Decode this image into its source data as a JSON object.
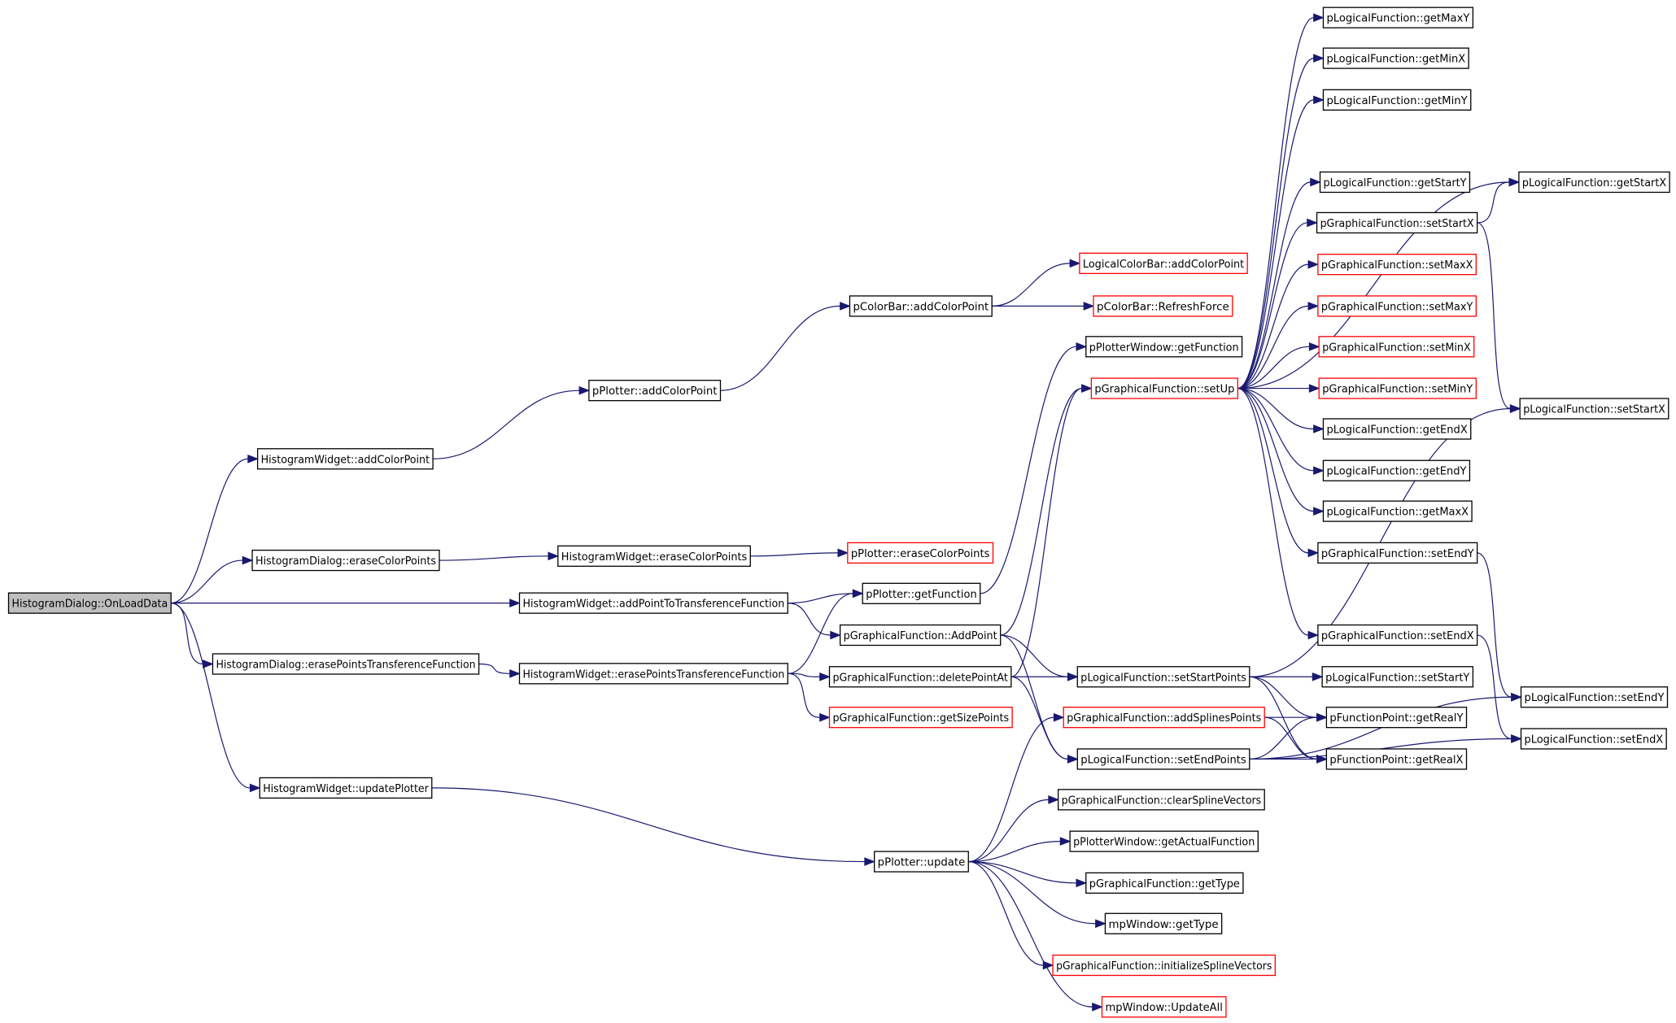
{
  "colors": {
    "edge": "#191970",
    "root_fill": "#bfbfbf",
    "normal_border": "#000000",
    "truncated_border": "#ff0000"
  },
  "nodes": [
    {
      "id": "root",
      "label": "HistogramDialog::OnLoadData",
      "style": "root"
    },
    {
      "id": "hw_addColorPoint",
      "label": "HistogramWidget::addColorPoint",
      "style": "normal"
    },
    {
      "id": "hd_eraseColorPoints",
      "label": "HistogramDialog::eraseColorPoints",
      "style": "normal"
    },
    {
      "id": "hw_addPointTTF",
      "label": "HistogramWidget::addPointToTransferenceFunction",
      "style": "normal"
    },
    {
      "id": "hd_erasePointsTF",
      "label": "HistogramDialog::erasePointsTransferenceFunction",
      "style": "normal"
    },
    {
      "id": "hw_updatePlotter",
      "label": "HistogramWidget::updatePlotter",
      "style": "normal"
    },
    {
      "id": "pp_addColorPoint",
      "label": "pPlotter::addColorPoint",
      "style": "normal"
    },
    {
      "id": "hw_eraseColorPoints",
      "label": "HistogramWidget::eraseColorPoints",
      "style": "normal"
    },
    {
      "id": "hw_erasePointsTF",
      "label": "HistogramWidget::erasePointsTransferenceFunction",
      "style": "normal"
    },
    {
      "id": "pcb_addColorPoint",
      "label": "pColorBar::addColorPoint",
      "style": "normal"
    },
    {
      "id": "lcb_addColorPoint",
      "label": "LogicalColorBar::addColorPoint",
      "style": "truncated"
    },
    {
      "id": "pcb_RefreshForce",
      "label": "pColorBar::RefreshForce",
      "style": "truncated"
    },
    {
      "id": "pp_eraseColorPoints",
      "label": "pPlotter::eraseColorPoints",
      "style": "truncated"
    },
    {
      "id": "pp_getFunction",
      "label": "pPlotter::getFunction",
      "style": "normal"
    },
    {
      "id": "pgf_AddPoint",
      "label": "pGraphicalFunction::AddPoint",
      "style": "normal"
    },
    {
      "id": "pgf_deletePointAt",
      "label": "pGraphicalFunction::deletePointAt",
      "style": "normal"
    },
    {
      "id": "pgf_getSizePoints",
      "label": "pGraphicalFunction::getSizePoints",
      "style": "truncated"
    },
    {
      "id": "pp_update",
      "label": "pPlotter::update",
      "style": "normal"
    },
    {
      "id": "ppw_getFunction",
      "label": "pPlotterWindow::getFunction",
      "style": "normal"
    },
    {
      "id": "pgf_setUp",
      "label": "pGraphicalFunction::setUp",
      "style": "truncated"
    },
    {
      "id": "plf_setStartPoints",
      "label": "pLogicalFunction::setStartPoints",
      "style": "normal"
    },
    {
      "id": "pgf_addSplinesPoints",
      "label": "pGraphicalFunction::addSplinesPoints",
      "style": "truncated"
    },
    {
      "id": "plf_setEndPoints",
      "label": "pLogicalFunction::setEndPoints",
      "style": "normal"
    },
    {
      "id": "pgf_clearSplineVectors",
      "label": "pGraphicalFunction::clearSplineVectors",
      "style": "normal"
    },
    {
      "id": "ppw_getActualFunction",
      "label": "pPlotterWindow::getActualFunction",
      "style": "normal"
    },
    {
      "id": "pgf_getType",
      "label": "pGraphicalFunction::getType",
      "style": "normal"
    },
    {
      "id": "mpw_getType",
      "label": "mpWindow::getType",
      "style": "normal"
    },
    {
      "id": "pgf_initializeSplineVectors",
      "label": "pGraphicalFunction::initializeSplineVectors",
      "style": "truncated"
    },
    {
      "id": "mpw_UpdateAll",
      "label": "mpWindow::UpdateAll",
      "style": "truncated"
    },
    {
      "id": "plf_getMaxY",
      "label": "pLogicalFunction::getMaxY",
      "style": "normal"
    },
    {
      "id": "plf_getMinX",
      "label": "pLogicalFunction::getMinX",
      "style": "normal"
    },
    {
      "id": "plf_getMinY",
      "label": "pLogicalFunction::getMinY",
      "style": "normal"
    },
    {
      "id": "plf_getStartY",
      "label": "pLogicalFunction::getStartY",
      "style": "normal"
    },
    {
      "id": "pgf_setStartX",
      "label": "pGraphicalFunction::setStartX",
      "style": "normal"
    },
    {
      "id": "pgf_setMaxX",
      "label": "pGraphicalFunction::setMaxX",
      "style": "truncated"
    },
    {
      "id": "pgf_setMaxY",
      "label": "pGraphicalFunction::setMaxY",
      "style": "truncated"
    },
    {
      "id": "pgf_setMinX",
      "label": "pGraphicalFunction::setMinX",
      "style": "truncated"
    },
    {
      "id": "pgf_setMinY",
      "label": "pGraphicalFunction::setMinY",
      "style": "truncated"
    },
    {
      "id": "plf_getEndX",
      "label": "pLogicalFunction::getEndX",
      "style": "normal"
    },
    {
      "id": "plf_getEndY",
      "label": "pLogicalFunction::getEndY",
      "style": "normal"
    },
    {
      "id": "plf_getMaxX",
      "label": "pLogicalFunction::getMaxX",
      "style": "normal"
    },
    {
      "id": "pgf_setEndY",
      "label": "pGraphicalFunction::setEndY",
      "style": "normal"
    },
    {
      "id": "pgf_setEndX",
      "label": "pGraphicalFunction::setEndX",
      "style": "normal"
    },
    {
      "id": "plf_setStartY",
      "label": "pLogicalFunction::setStartY",
      "style": "normal"
    },
    {
      "id": "pfp_getRealY",
      "label": "pFunctionPoint::getRealY",
      "style": "normal"
    },
    {
      "id": "pfp_getRealX",
      "label": "pFunctionPoint::getRealX",
      "style": "normal"
    },
    {
      "id": "plf_getStartX",
      "label": "pLogicalFunction::getStartX",
      "style": "normal"
    },
    {
      "id": "plf_setStartX",
      "label": "pLogicalFunction::setStartX",
      "style": "normal"
    },
    {
      "id": "plf_setEndY",
      "label": "pLogicalFunction::setEndY",
      "style": "normal"
    },
    {
      "id": "plf_setEndX",
      "label": "pLogicalFunction::setEndX",
      "style": "normal"
    }
  ],
  "edges": [
    [
      "root",
      "hw_addColorPoint"
    ],
    [
      "root",
      "hd_eraseColorPoints"
    ],
    [
      "root",
      "hw_addPointTTF"
    ],
    [
      "root",
      "hd_erasePointsTF"
    ],
    [
      "root",
      "hw_updatePlotter"
    ],
    [
      "hw_addColorPoint",
      "pp_addColorPoint"
    ],
    [
      "pp_addColorPoint",
      "pcb_addColorPoint"
    ],
    [
      "pcb_addColorPoint",
      "lcb_addColorPoint"
    ],
    [
      "pcb_addColorPoint",
      "pcb_RefreshForce"
    ],
    [
      "hd_eraseColorPoints",
      "hw_eraseColorPoints"
    ],
    [
      "hw_eraseColorPoints",
      "pp_eraseColorPoints"
    ],
    [
      "hw_addPointTTF",
      "pp_getFunction"
    ],
    [
      "hw_addPointTTF",
      "pgf_AddPoint"
    ],
    [
      "hd_erasePointsTF",
      "hw_erasePointsTF"
    ],
    [
      "hw_erasePointsTF",
      "pp_getFunction"
    ],
    [
      "hw_erasePointsTF",
      "pgf_deletePointAt"
    ],
    [
      "hw_erasePointsTF",
      "pgf_getSizePoints"
    ],
    [
      "hw_updatePlotter",
      "pp_update"
    ],
    [
      "pp_getFunction",
      "ppw_getFunction"
    ],
    [
      "pgf_AddPoint",
      "pgf_setUp"
    ],
    [
      "pgf_AddPoint",
      "plf_setStartPoints"
    ],
    [
      "pgf_AddPoint",
      "plf_setEndPoints"
    ],
    [
      "pgf_deletePointAt",
      "pgf_setUp"
    ],
    [
      "pgf_deletePointAt",
      "plf_setStartPoints"
    ],
    [
      "pgf_deletePointAt",
      "plf_setEndPoints"
    ],
    [
      "pp_update",
      "pgf_addSplinesPoints"
    ],
    [
      "pp_update",
      "pgf_clearSplineVectors"
    ],
    [
      "pp_update",
      "ppw_getActualFunction"
    ],
    [
      "pp_update",
      "pgf_getType"
    ],
    [
      "pp_update",
      "mpw_getType"
    ],
    [
      "pp_update",
      "pgf_initializeSplineVectors"
    ],
    [
      "pp_update",
      "mpw_UpdateAll"
    ],
    [
      "pgf_setUp",
      "plf_getMaxY"
    ],
    [
      "pgf_setUp",
      "plf_getMinX"
    ],
    [
      "pgf_setUp",
      "plf_getMinY"
    ],
    [
      "pgf_setUp",
      "plf_getStartY"
    ],
    [
      "pgf_setUp",
      "pgf_setStartX"
    ],
    [
      "pgf_setUp",
      "pgf_setMaxX"
    ],
    [
      "pgf_setUp",
      "pgf_setMaxY"
    ],
    [
      "pgf_setUp",
      "pgf_setMinX"
    ],
    [
      "pgf_setUp",
      "pgf_setMinY"
    ],
    [
      "pgf_setUp",
      "plf_getEndX"
    ],
    [
      "pgf_setUp",
      "plf_getEndY"
    ],
    [
      "pgf_setUp",
      "plf_getMaxX"
    ],
    [
      "pgf_setUp",
      "pgf_setEndY"
    ],
    [
      "pgf_setUp",
      "pgf_setEndX"
    ],
    [
      "pgf_setUp",
      "plf_getStartX"
    ],
    [
      "pgf_setStartX",
      "plf_getStartX"
    ],
    [
      "pgf_setStartX",
      "plf_setStartX"
    ],
    [
      "pgf_setEndY",
      "plf_setEndY"
    ],
    [
      "pgf_setEndX",
      "plf_setEndX"
    ],
    [
      "plf_setStartPoints",
      "plf_setStartY"
    ],
    [
      "plf_setStartPoints",
      "pfp_getRealY"
    ],
    [
      "plf_setStartPoints",
      "pfp_getRealX"
    ],
    [
      "plf_setStartPoints",
      "plf_setStartX"
    ],
    [
      "plf_setEndPoints",
      "pfp_getRealY"
    ],
    [
      "plf_setEndPoints",
      "pfp_getRealX"
    ],
    [
      "plf_setEndPoints",
      "plf_setEndY"
    ],
    [
      "plf_setEndPoints",
      "plf_setEndX"
    ],
    [
      "pgf_addSplinesPoints",
      "pfp_getRealY"
    ],
    [
      "pgf_addSplinesPoints",
      "pfp_getRealX"
    ]
  ]
}
